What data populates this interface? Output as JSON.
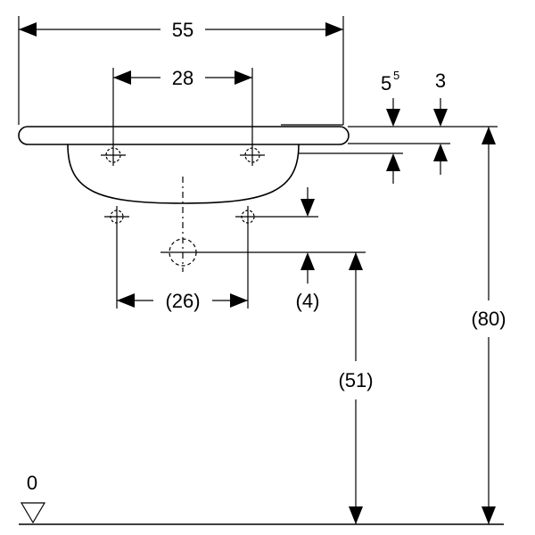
{
  "dimensions": {
    "overall_width": "55",
    "tap_hole_spacing": "28",
    "rim_thickness_base": "5",
    "rim_thickness_sup": "5",
    "rim_edge": "3",
    "fixing_spacing": "(26)",
    "fixing_drop": "(4)",
    "waste_height": "(51)",
    "rim_height": "(80)",
    "floor_level": "0"
  }
}
